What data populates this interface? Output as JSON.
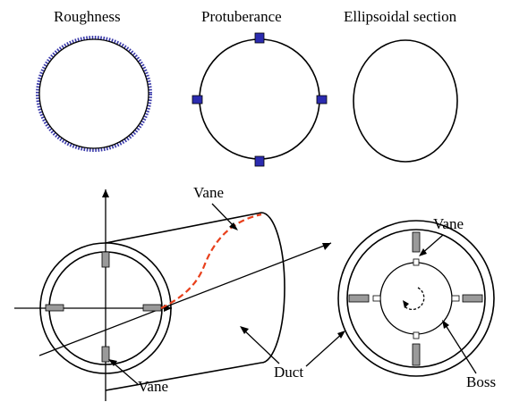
{
  "labels": {
    "roughness": "Roughness",
    "protuberance": "Protuberance",
    "ellipsoidal": "Ellipsoidal section",
    "vane_top": "Vane",
    "vane_bottom": "Vane",
    "vane_right": "Vane",
    "duct": "Duct",
    "boss": "Boss"
  },
  "colors": {
    "outline": "#000000",
    "roughness_dots": "#3a3aaa",
    "protuberance_fill": "#2b2bb0",
    "vane_fill": "#9a9a9a",
    "vane_curve": "#e8401c"
  }
}
